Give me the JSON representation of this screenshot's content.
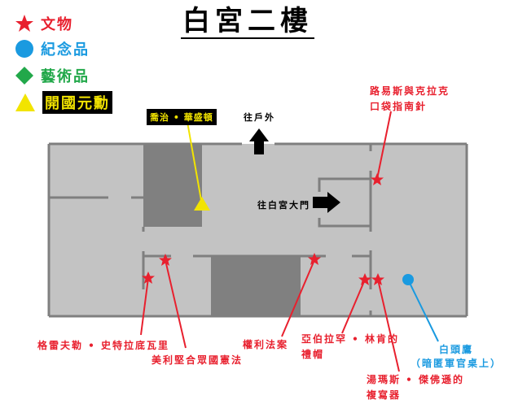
{
  "title": "白宮二樓",
  "legend": [
    {
      "icon": "red-star-icon",
      "label": "文物",
      "color": "#e8202e"
    },
    {
      "icon": "blue-circle-icon",
      "label": "紀念品",
      "color": "#1a9ae0"
    },
    {
      "icon": "green-diamond-icon",
      "label": "藝術品",
      "color": "#22a84a"
    },
    {
      "icon": "yellow-triangle-icon",
      "label": "開國元勳",
      "color": "#f2e400"
    }
  ],
  "directions": {
    "outside": "往戶外",
    "main_gate": "往白宮大門"
  },
  "markers": {
    "founding_father": "喬治 • 華盛頓",
    "compass_line1": "路易斯與克拉克",
    "compass_line2": "口袋指南針",
    "stradivari": "格雷夫勒 • 史特拉底瓦里",
    "constitution": "美利堅合眾國憲法",
    "bill_of_rights": "權利法案",
    "lincoln_line1": "亞伯拉罕 • 林肯的",
    "lincoln_line2": "禮帽",
    "jefferson_line1": "湯瑪斯 • 傑佛遜的",
    "jefferson_line2": "複寫器",
    "eagle_line1": "白頭鷹",
    "eagle_line2": "（暗匿軍官桌上）"
  },
  "colors": {
    "floor": "#c3c3c3",
    "dark_room": "#808080",
    "wall": "#7f7f7f",
    "artifact": "#e8202e",
    "souvenir": "#1a9ae0",
    "founder": "#f2e400"
  }
}
